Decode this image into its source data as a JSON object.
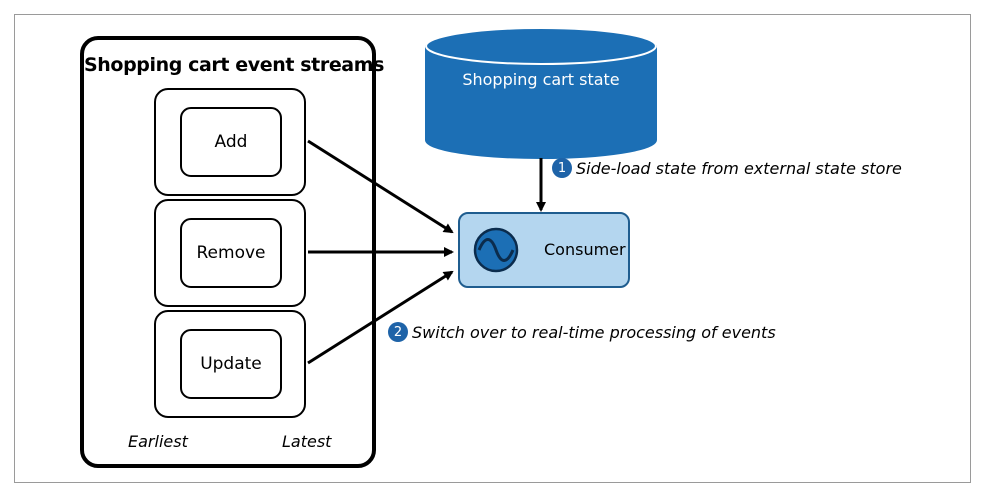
{
  "group": {
    "title": "Shopping cart event streams",
    "events": [
      "Add",
      "Remove",
      "Update"
    ],
    "range_start": "Earliest",
    "range_end": "Latest"
  },
  "store": {
    "label": "Shopping cart state",
    "color": "#1c6fb5"
  },
  "consumer": {
    "label": "Consumer",
    "icon": "sine-wave-icon",
    "fill": "#b4d6ef"
  },
  "steps": [
    {
      "number": "1",
      "text": "Side-load state from external state store"
    },
    {
      "number": "2",
      "text": "Switch over to real-time processing of events"
    }
  ]
}
